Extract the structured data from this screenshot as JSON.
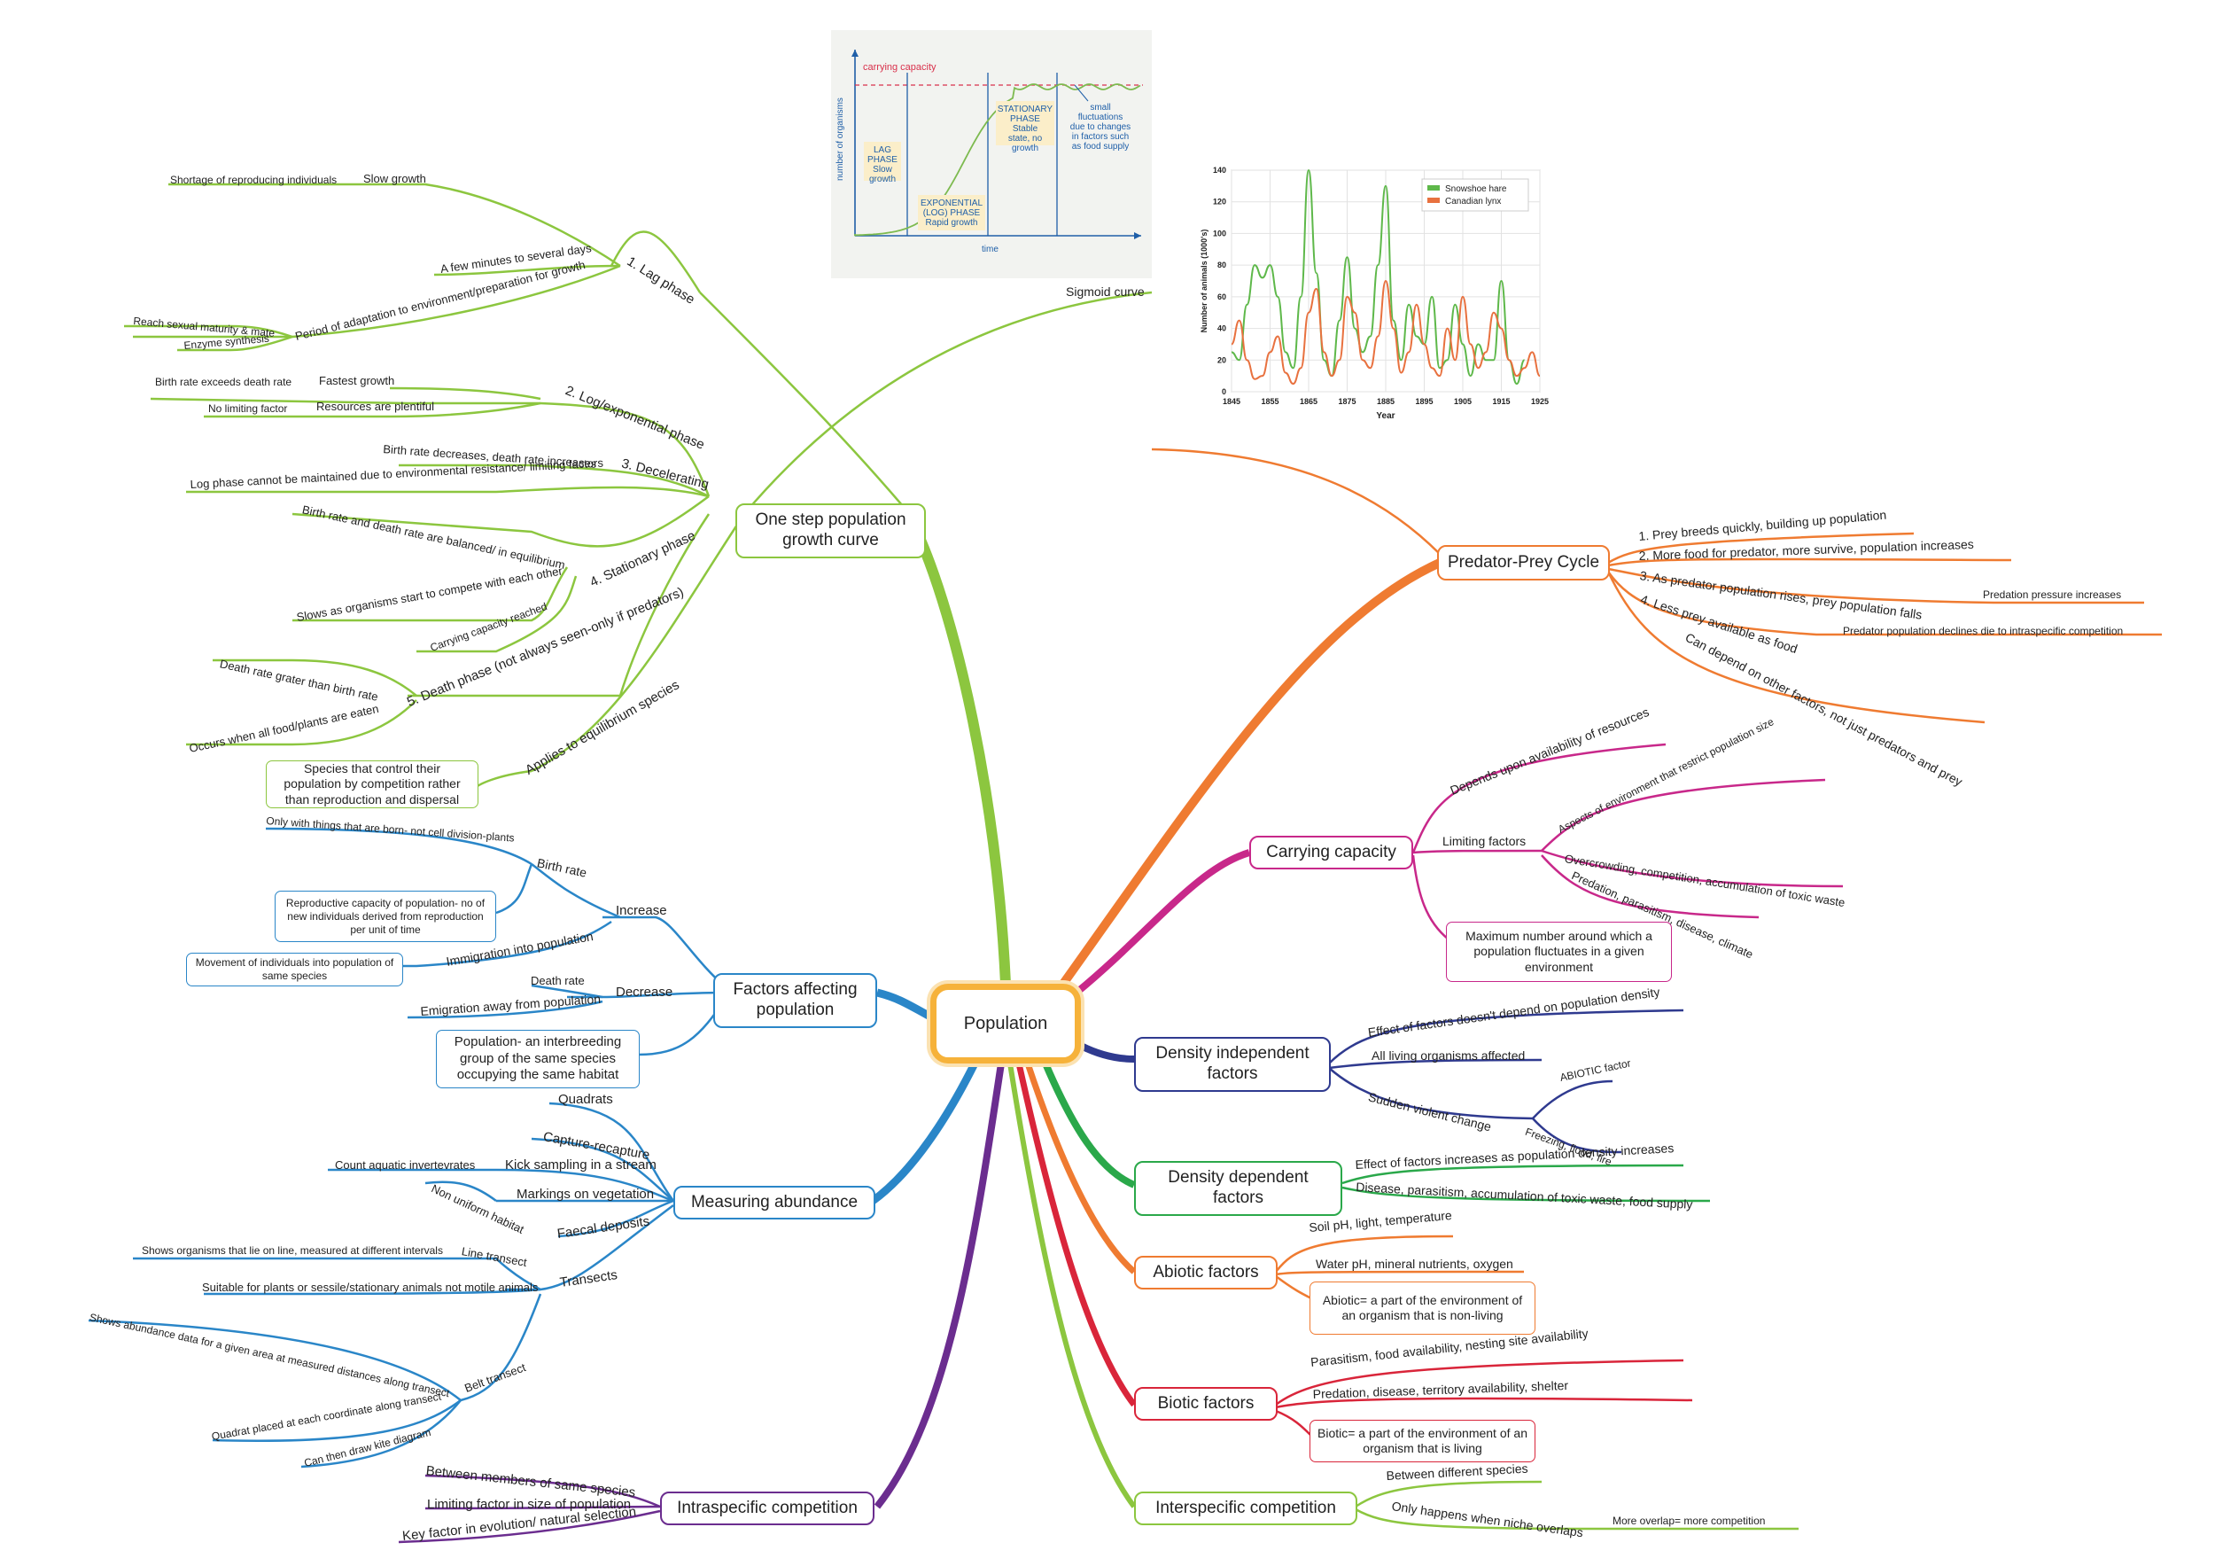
{
  "central": "Population",
  "topics": {
    "growth": "One step population growth curve",
    "factors": "Factors affecting population",
    "abundance": "Measuring abundance",
    "intra": "Intraspecific competition",
    "predator": "Predator-Prey Cycle",
    "carrying": "Carrying capacity",
    "dind": "Density independent factors",
    "ddep": "Density dependent factors",
    "abiotic": "Abiotic factors",
    "biotic": "Biotic factors",
    "inter": "Interspecific competition"
  },
  "growth": {
    "sigmoid": "Sigmoid curve",
    "lag": "1. Lag phase",
    "lag_slow": "Slow growth",
    "lag_shortage": "Shortage of reproducing individuals",
    "lag_time": "A few minutes to several days",
    "lag_period": "Period of adaptation to environment/preparation for growth",
    "lag_mature": "Reach sexual maturity & mate",
    "lag_enzyme": "Enzyme synthesis",
    "log": "2. Log/exponential phase",
    "log_fast": "Fastest growth",
    "log_birth": "Birth rate exceeds death rate",
    "log_res": "Resources are plentiful",
    "log_nolimit": "No limiting factor",
    "dec": "3. Decelerating",
    "dec_birth": "Birth rate decreases, death rate increases",
    "dec_log": "Log phase cannot be maintained due to environmental resistance/ limiting factors",
    "stat": "4. Stationary phase",
    "stat_bal": "Birth rate and death rate are balanced/ in equilibrium",
    "stat_slow": "Slows as organisms start to compete with each other",
    "stat_cap": "Carrying capacity reached",
    "death": "5. Death phase (not always seen-only if predators)",
    "death_greater": "Death rate grater than birth rate",
    "death_food": "Occurs when all food/plants are eaten",
    "equil": "Applies to equilibrium species",
    "equil_note": "Species that control their population by competition rather than reproduction and dispersal"
  },
  "factors": {
    "increase": "Increase",
    "birth": "Birth rate",
    "born": "Only with things that are born- not cell division-plants",
    "repro_note": "Reproductive capacity of population- no of new individuals derived from reproduction per unit of time",
    "immig": "Immigration into population",
    "immig_note": "Movement of individuals into population of same species",
    "decrease": "Decrease",
    "death": "Death rate",
    "emig": "Emigration away from population",
    "pop_note": "Population- an interbreeding group of the same species occupying the same habitat"
  },
  "abundance": {
    "quadrats": "Quadrats",
    "capture": "Capture-recapture",
    "kick": "Kick sampling in a stream",
    "kick_leaf": "Count aquatic invertevrates",
    "markings": "Markings on vegetation",
    "nonuniform": "Non uniform habitat",
    "faecal": "Faecal deposits",
    "transects": "Transects",
    "line": "Line transect",
    "line_leaf": "Shows organisms that lie on line, measured at different intervals",
    "suitable": "Suitable for plants or sessile/stationary animals not motile animals",
    "belt": "Belt transect",
    "belt_a": "Shows abundance data for a given area at measured distances along transect",
    "belt_b": "Quadrat placed at each coordinate along transect",
    "belt_c": "Can then draw kite diagram"
  },
  "intra": {
    "a": "Between members of same species",
    "b": "Limiting factor in size of population",
    "c": "Key factor in evolution/ natural selection"
  },
  "predator": {
    "p1": "1. Prey breeds quickly, building up population",
    "p2": "2. More food for predator, more survive, population increases",
    "p3": "3. As predator population rises, prey population falls",
    "p3b": "Predation pressure increases",
    "p4": "4. Less prey available as food",
    "p4b": "Predator population declines die to intraspecific competition",
    "p5": "Can depend on other factors, not just predators and prey"
  },
  "carrying": {
    "depends": "Depends upon availability of resources",
    "limiting": "Limiting factors",
    "aspects": "Aspects of environment that restrict population size",
    "over": "Overcrowding, competition, accumulation of toxic waste",
    "pred": "Predation, parasitism, disease, climate",
    "note": "Maximum number around which a population fluctuates in a given environment"
  },
  "dind": {
    "effect": "Effect of factors doesn't depend on population density",
    "all": "All living organisms affected",
    "sudden": "Sudden violent change",
    "abiotic": "ABIOTIC factor",
    "freezing": "Freezing, flood, fire"
  },
  "ddep": {
    "effect": "Effect of factors increases as population density increases",
    "disease": "Disease, parasitism, accumulation of toxic waste, food supply"
  },
  "abiotic": {
    "soil": "Soil pH, light, temperature",
    "water": "Water pH, mineral nutrients, oxygen",
    "note": "Abiotic= a part of the environment of an organism that is non-living"
  },
  "biotic": {
    "para": "Parasitism, food availability, nesting site availability",
    "pred": "Predation, disease, territory availability, shelter",
    "note": "Biotic= a part of the environment of an organism that is living"
  },
  "inter": {
    "between": "Between different species",
    "only": "Only happens when niche overlaps",
    "more": "More overlap= more competition"
  },
  "sigmoid_chart": {
    "type": "line",
    "carrying": "carrying capacity",
    "ylabel": "number of organisms",
    "xlabel": "time",
    "lag": "LAG PHASE Slow growth",
    "exp": "EXPONENTIAL (LOG) PHASE Rapid growth",
    "stat": "STATIONARY PHASE Stable state, no growth",
    "fluct": "small fluctuations due to changes in factors such as food supply",
    "colors": {
      "curve": "#7dba4f",
      "carrying": "#d9304b",
      "axis": "#1f5fa8"
    }
  },
  "chart_data": {
    "type": "line",
    "xlabel": "Year",
    "ylabel": "Number of animals (1000's)",
    "xlim": [
      1845,
      1925
    ],
    "ylim": [
      0,
      140
    ],
    "xticks": [
      1845,
      1855,
      1865,
      1875,
      1885,
      1895,
      1905,
      1915,
      1925
    ],
    "yticks": [
      0,
      20,
      40,
      60,
      80,
      100,
      120,
      140
    ],
    "legend": "top-right",
    "series": [
      {
        "name": "Snowshoe hare",
        "color": "#5eb84a",
        "x": [
          1845,
          1847,
          1849,
          1851,
          1853,
          1855,
          1857,
          1859,
          1861,
          1863,
          1865,
          1867,
          1869,
          1871,
          1873,
          1875,
          1877,
          1879,
          1881,
          1883,
          1885,
          1887,
          1889,
          1891,
          1893,
          1895,
          1897,
          1899,
          1901,
          1903,
          1905,
          1907,
          1909,
          1911,
          1913,
          1915,
          1917,
          1919,
          1921
        ],
        "y": [
          25,
          20,
          55,
          80,
          72,
          80,
          60,
          25,
          15,
          60,
          140,
          75,
          20,
          10,
          45,
          85,
          40,
          25,
          35,
          80,
          130,
          45,
          20,
          55,
          35,
          30,
          60,
          15,
          20,
          55,
          30,
          10,
          30,
          20,
          20,
          70,
          20,
          5,
          20
        ]
      },
      {
        "name": "Canadian lynx",
        "color": "#e8713f",
        "x": [
          1845,
          1847,
          1849,
          1851,
          1853,
          1855,
          1857,
          1859,
          1861,
          1863,
          1865,
          1867,
          1869,
          1871,
          1873,
          1875,
          1877,
          1879,
          1881,
          1883,
          1885,
          1887,
          1889,
          1891,
          1893,
          1895,
          1897,
          1899,
          1901,
          1903,
          1905,
          1907,
          1909,
          1911,
          1913,
          1915,
          1917,
          1919,
          1921,
          1923,
          1925
        ],
        "y": [
          30,
          45,
          20,
          8,
          10,
          25,
          35,
          12,
          5,
          15,
          50,
          65,
          25,
          10,
          20,
          60,
          50,
          20,
          15,
          35,
          70,
          40,
          12,
          25,
          55,
          30,
          15,
          10,
          40,
          20,
          60,
          30,
          15,
          25,
          50,
          40,
          20,
          10,
          15,
          25,
          10
        ]
      }
    ]
  }
}
